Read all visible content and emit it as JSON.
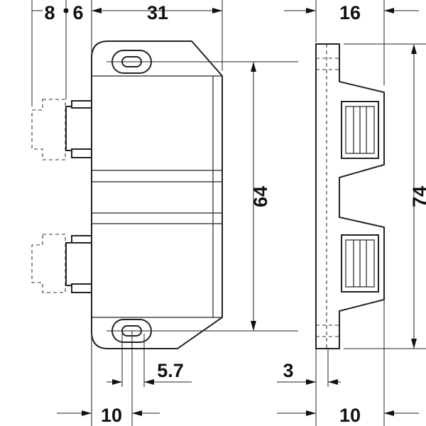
{
  "drawing": {
    "dimensions": {
      "d8": "8",
      "d6": "6",
      "d31": "31",
      "d16": "16",
      "d64": "64",
      "d74": "74",
      "d5_7": "5.7",
      "d3": "3",
      "d10_left": "10",
      "d10_right": "10"
    }
  }
}
